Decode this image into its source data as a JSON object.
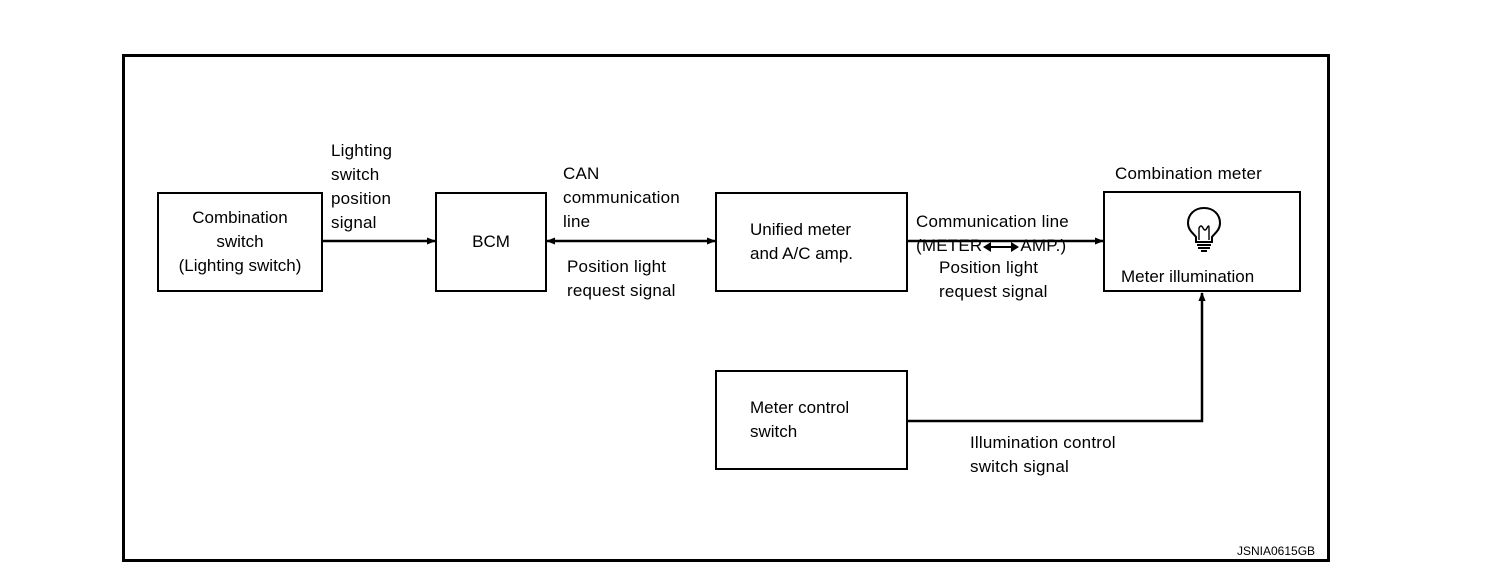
{
  "blocks": {
    "combination_switch": "Combination\nswitch\n(Lighting switch)",
    "bcm": "BCM",
    "unified_meter": "Unified meter\nand A/C amp.",
    "meter_illumination": "Meter illumination",
    "meter_control_switch": "Meter control\nswitch"
  },
  "labels": {
    "lighting_switch_signal": "Lighting\nswitch\nposition\nsignal",
    "can_line": "CAN\ncommunication\nline",
    "position_request_1": "Position light\nrequest signal",
    "comm_line": "Communication line\n(METER",
    "comm_line_amp": "AMP.)",
    "position_request_2": "Position light\nrequest signal",
    "combination_meter": "Combination meter",
    "illumination_signal": "Illumination control\nswitch signal"
  },
  "figure_code": "JSNIA0615GB",
  "icons": {
    "bulb": "light-bulb-icon",
    "double_arrow": "double-arrow-icon"
  }
}
